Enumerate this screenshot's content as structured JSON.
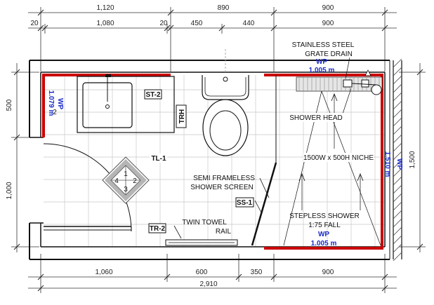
{
  "dimensions": {
    "top_row1": [
      "1,120",
      "890",
      "900"
    ],
    "top_row2": [
      "20",
      "1,080",
      "20",
      "450",
      "440",
      "900"
    ],
    "bottom_row1": [
      "1,060",
      "600",
      "350",
      "900"
    ],
    "bottom_total": "2,910",
    "left_upper": "500",
    "left_lower": "1,000",
    "right_total": "1,500"
  },
  "labels": {
    "stainless_line1": "STAINLESS STEEL",
    "stainless_line2": "GRATE DRAIN",
    "shower_head": "SHOWER HEAD",
    "niche": "1500W x 500H NICHE",
    "screen_line1": "SEMI FRAMELESS",
    "screen_line2": "SHOWER SCREEN",
    "towel_line1": "TWIN TOWEL",
    "towel_line2": "RAIL",
    "stepless_line1": "STEPLESS SHOWER",
    "stepless_line2": "1:75 FALL"
  },
  "tags": {
    "st2": "ST-2",
    "trh": "TRH",
    "tl1": "TL-1",
    "ss1": "SS-1",
    "tr2": "TR-2",
    "tile_numbers": [
      "1",
      "2",
      "3",
      "4"
    ]
  },
  "wp_notes": {
    "top_wp": "WP",
    "top_height": "1.005 m",
    "bottom_wp": "WP",
    "bottom_height": "1.005 m",
    "left_wp": "WP",
    "left_height": "1.079 m",
    "left_sub": "2",
    "right_wp": "WP",
    "right_height": "1.510 m"
  },
  "colors": {
    "waterproof_line": "#cc0000",
    "wp_text": "#1a2bc8",
    "wall": "#111111",
    "tile_grid": "#c8c8c8"
  }
}
